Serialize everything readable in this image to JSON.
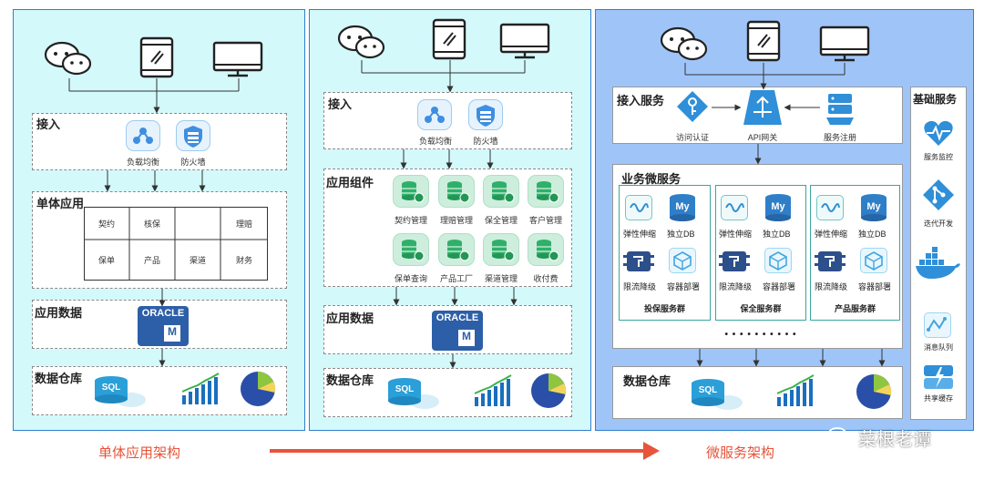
{
  "monolith": {
    "access": {
      "title": "接入",
      "load_balance": "负载均衡",
      "firewall": "防火墙"
    },
    "app": {
      "title": "单体应用",
      "cells": [
        "契约",
        "核保",
        "理赔",
        "保单",
        "产品",
        "渠道",
        "财务"
      ]
    },
    "data": {
      "title": "应用数据",
      "oracle": "ORACLE",
      "oracle_m": "M"
    },
    "warehouse": {
      "title": "数据仓库",
      "sql": "SQL"
    }
  },
  "components": {
    "access": {
      "title": "接入",
      "load_balance": "负载均衡",
      "firewall": "防火墙"
    },
    "app": {
      "title": "应用组件",
      "items": [
        "契约管理",
        "理赔管理",
        "保全管理",
        "客户管理",
        "保单查询",
        "产品工厂",
        "渠道管理",
        "收付费"
      ]
    },
    "data": {
      "title": "应用数据",
      "oracle": "ORACLE",
      "oracle_m": "M"
    },
    "warehouse": {
      "title": "数据仓库",
      "sql": "SQL"
    }
  },
  "micro": {
    "access": {
      "title": "接入服务",
      "auth": "访问认证",
      "gateway": "API网关",
      "registry": "服务注册"
    },
    "services": {
      "title": "业务微服务",
      "clusters": [
        {
          "name": "投保服务群",
          "elastic": "弹性伸缩",
          "db": "独立DB",
          "degrade": "限流降级",
          "container": "容器部署"
        },
        {
          "name": "保全服务群",
          "elastic": "弹性伸缩",
          "db": "独立DB",
          "degrade": "限流降级",
          "container": "容器部署"
        },
        {
          "name": "产品服务群",
          "elastic": "弹性伸缩",
          "db": "独立DB",
          "degrade": "限流降级",
          "container": "容器部署"
        }
      ],
      "mysql_badge": "My",
      "more": "• • • • • • • • • •"
    },
    "warehouse": {
      "title": "数据仓库",
      "sql": "SQL"
    },
    "base": {
      "title": "基础服务",
      "items": [
        "服务监控",
        "迭代开发",
        "消息队列",
        "共享缓存"
      ]
    }
  },
  "footer": {
    "left": "单体应用架构",
    "right": "微服务架构",
    "brand": "菜根老谭"
  },
  "colors": {
    "panel_light": "#d3f9fb",
    "panel_micro": "#9fc5f8",
    "arrow_red": "#e8543a",
    "accent_blue": "#2f7fd0",
    "green_icon": "#cdeedd"
  }
}
